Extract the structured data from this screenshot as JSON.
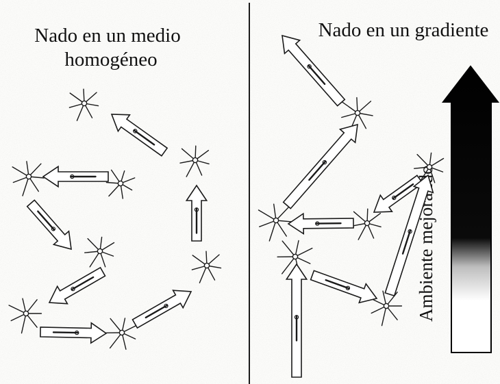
{
  "left_panel": {
    "title_line1": "Nado en un medio",
    "title_line2": "homogéneo"
  },
  "right_panel": {
    "title": "Nado en un  gradiente",
    "gradient_label": "Ambiente  mejorando"
  },
  "colors": {
    "ink": "#1a1a1a",
    "paper": "#fbfbf9",
    "arrow_fill": "#ffffff"
  }
}
